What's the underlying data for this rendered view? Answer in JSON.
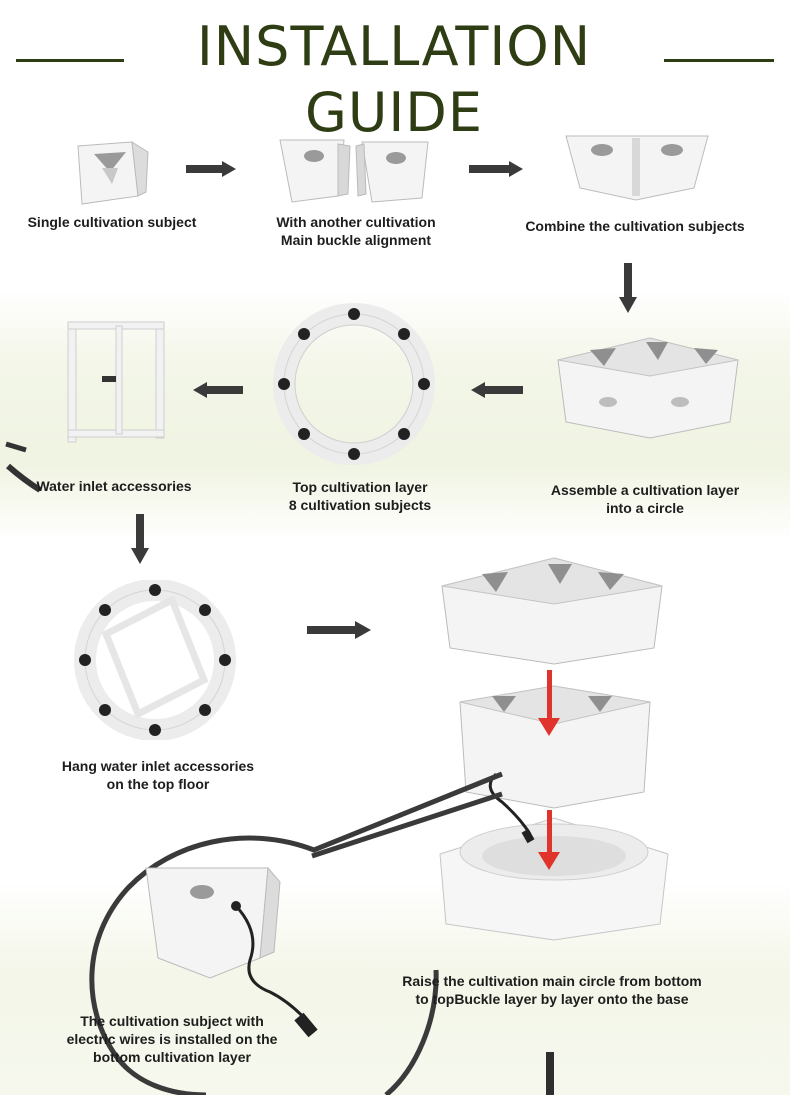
{
  "title": "INSTALLATION GUIDE",
  "colors": {
    "title": "#2f3d14",
    "arrow": "#3a3a3a",
    "red_arrow": "#e0332b",
    "band": "#f0f4e2"
  },
  "steps": [
    {
      "id": "single",
      "lines": [
        "Single cultivation subject"
      ]
    },
    {
      "id": "align",
      "lines": [
        "With another cultivation",
        "Main buckle alignment"
      ]
    },
    {
      "id": "combine",
      "lines": [
        "Combine the cultivation subjects"
      ]
    },
    {
      "id": "assemble",
      "lines": [
        "Assemble a cultivation layer",
        "into a circle"
      ]
    },
    {
      "id": "top",
      "lines": [
        "Top cultivation layer",
        "8 cultivation subjects"
      ]
    },
    {
      "id": "water",
      "lines": [
        "Water inlet accessories"
      ]
    },
    {
      "id": "hang",
      "lines": [
        "Hang water inlet accessories",
        "on the top floor"
      ]
    },
    {
      "id": "raise",
      "lines": [
        "Raise the cultivation main circle from bottom",
        "to topBuckle layer by layer onto the base"
      ]
    },
    {
      "id": "wires",
      "lines": [
        "The cultivation subject with",
        "electric wires is installed on the",
        "bottom cultivation layer"
      ]
    }
  ]
}
